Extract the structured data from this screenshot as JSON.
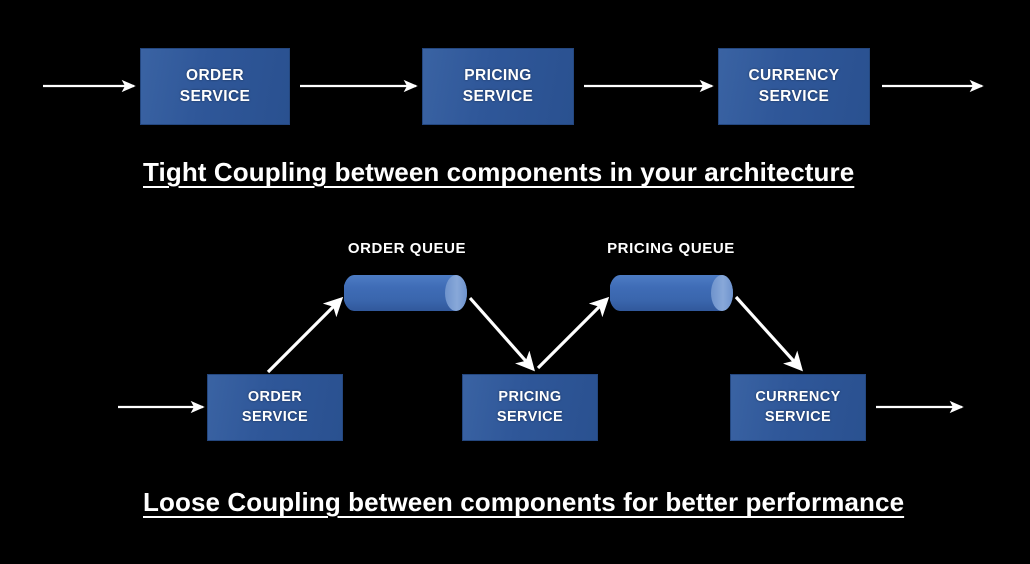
{
  "slide": {
    "background_color": "#000000",
    "box_fill_color": "#2f5799",
    "cylinder_body_color": "#3a6ab5",
    "cylinder_cap_color": "#7b9fd4",
    "arrow_color": "#ffffff",
    "text_color": "#ffffff"
  },
  "top_section": {
    "caption": "Tight Coupling between components in your architecture",
    "boxes": [
      {
        "line1": "ORDER",
        "line2": "SERVICE"
      },
      {
        "line1": "PRICING",
        "line2": "SERVICE"
      },
      {
        "line1": "CURRENCY",
        "line2": "SERVICE"
      }
    ]
  },
  "bottom_section": {
    "caption": "Loose Coupling between components for better performance",
    "queues": [
      {
        "label": "ORDER QUEUE"
      },
      {
        "label": "PRICING QUEUE"
      }
    ],
    "boxes": [
      {
        "line1": "ORDER",
        "line2": "SERVICE"
      },
      {
        "line1": "PRICING",
        "line2": "SERVICE"
      },
      {
        "line1": "CURRENCY",
        "line2": "SERVICE"
      }
    ]
  }
}
